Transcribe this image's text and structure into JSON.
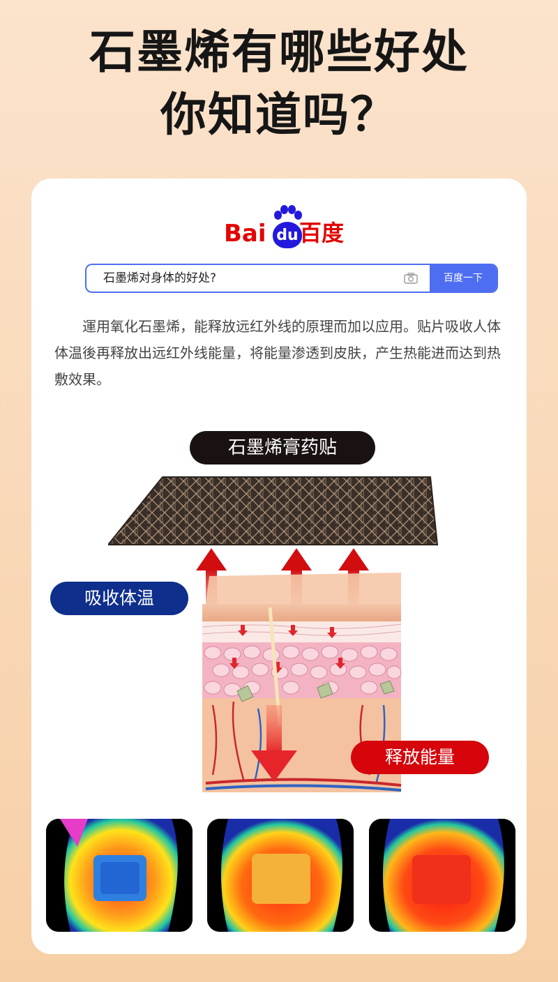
{
  "header": {
    "title_line1": "石墨烯有哪些好处",
    "title_line2": "你知道吗？"
  },
  "baidu": {
    "logo_latin": "Bai",
    "logo_paw_text": "du",
    "logo_chinese": "百度",
    "search_query": "石墨烯对身体的好处?",
    "search_button": "百度一下"
  },
  "description": "運用氧化石墨烯，能释放远红外线的原理而加以应用。贴片吸收人体体温後再释放出远红外线能量，将能量渗透到皮肤，产生热能进而达到热敷效果。",
  "illustration": {
    "patch_label": "石墨烯膏药贴",
    "absorb_label": "吸收体温",
    "release_label": "释放能量"
  },
  "colors": {
    "baidu_red": "#e10602",
    "baidu_blue": "#2319dc",
    "search_blue": "#4e6ef2",
    "absorb_blue": "#0f2f8c",
    "release_red": "#d5050b"
  }
}
